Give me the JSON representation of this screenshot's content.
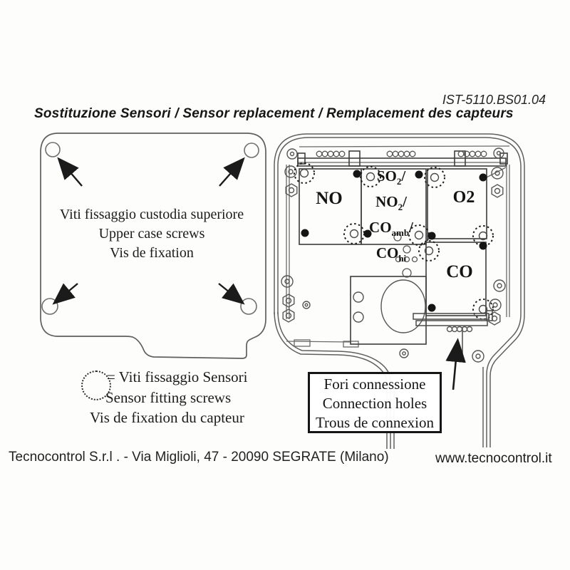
{
  "document": {
    "doc_number": "IST-5110.BS01.04",
    "title": "Sostituzione Sensori / Sensor replacement / Remplacement des capteurs"
  },
  "upper_case_figure": {
    "caption_line1": "Viti fissaggio custodia superiore",
    "caption_line2": "Upper case screws",
    "caption_line3": "Vis de fixation"
  },
  "device_figure": {
    "sensor_labels": {
      "no": "NO",
      "o2": "O2",
      "co": "CO",
      "multi": [
        {
          "base": "SO",
          "sub": "2",
          "suffix": "/"
        },
        {
          "base": "NO",
          "sub": "2",
          "suffix": "/"
        },
        {
          "base": "CO",
          "sub": "amb",
          "suffix": "/"
        },
        {
          "base": "CO",
          "sub": "hi",
          "suffix": ""
        }
      ]
    }
  },
  "legend": {
    "line1": "= Viti fissaggio Sensori",
    "line2": "Sensor fitting screws",
    "line3": "Vis de fixation du capteur"
  },
  "connection_box": {
    "line1": "Fori connessione",
    "line2": "Connection holes",
    "line3": "Trous de connexion"
  },
  "footer": {
    "company": "Tecnocontrol S.r.l . - Via Miglioli, 47 - 20090 SEGRATE (Milano)",
    "website": "www.tecnocontrol.it"
  },
  "colors": {
    "ink": "#1e1e1e",
    "line": "#5f5f5f"
  }
}
